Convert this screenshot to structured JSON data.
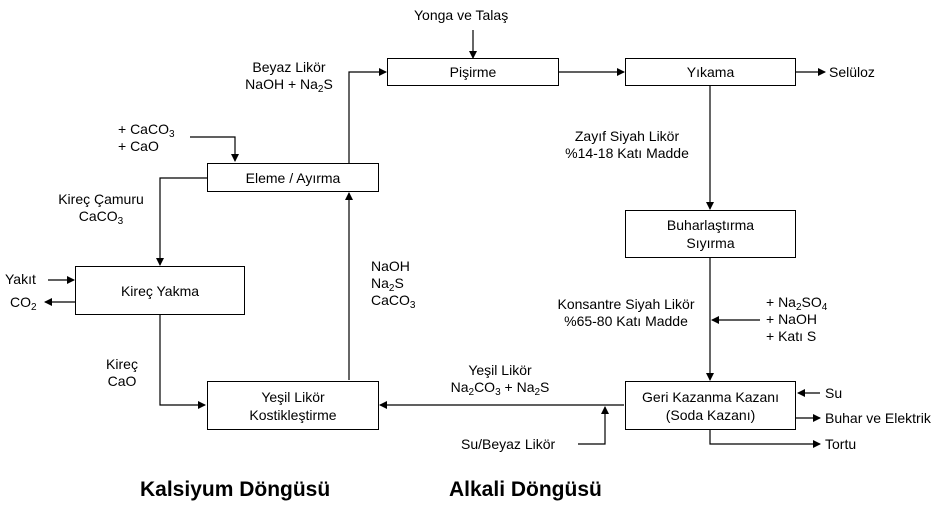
{
  "boxes": {
    "pisirme": "Pişirme",
    "yikama": "Yıkama",
    "eleme": "Eleme / Ayırma",
    "buhar_1": "Buharlaştırma",
    "buhar_2": "Sıyırma",
    "kirec_yakma": "Kireç Yakma",
    "yesil_1": "Yeşil Likör",
    "yesil_2": "Kostikleştirme",
    "geri_1": "Geri Kazanma Kazanı",
    "geri_2": "(Soda Kazanı)"
  },
  "labels": {
    "yonga": "Yonga ve Talaş",
    "beyaz_likor": "Beyaz Likör",
    "beyaz_naoh": "NaOH + Na",
    "beyaz_s_sub": "2",
    "beyaz_s": "S",
    "selluloz": "Selüloz",
    "caco3_plus": "+ CaCO",
    "caco3_sub": "3",
    "cao_plus": "+ CaO",
    "zayif_1": "Zayıf Siyah Likör",
    "zayif_2": "%14-18 Katı Madde",
    "kirec_camuru": "Kireç Çamuru",
    "kirec_camuru_caco": "CaCO",
    "kirec_camuru_sub": "3",
    "yakit": "Yakıt",
    "co2": "CO",
    "co2_sub": "2",
    "naoh_1": "NaOH",
    "na2s_na": "Na",
    "na2s_sub": "2",
    "na2s_s": "S",
    "caco3_r": "CaCO",
    "caco3_r_sub": "3",
    "kons_1": "Konsantre Siyah Likör",
    "kons_2": "%65-80 Katı Madde",
    "na2so4": "+ Na",
    "na2so4_sub": "2",
    "na2so4_end": "SO",
    "na2so4_sub2": "4",
    "plus_naoh": "+ NaOH",
    "plus_kati": "+ Katı S",
    "kirec": "Kireç",
    "cao": "CaO",
    "yesil_likor": "Yeşil Likör",
    "yesil_na2co3": "Na",
    "yesil_na2co3_sub": "2",
    "yesil_co3": "CO",
    "yesil_co3_sub": "3",
    "yesil_plus": " + Na",
    "yesil_na2s_sub": "2",
    "yesil_s": "S",
    "su": "Su",
    "buhar_elektrik": "Buhar ve Elektrik",
    "tortu": "Tortu",
    "su_beyaz": "Su/Beyaz Likör"
  },
  "titles": {
    "kalsiyum": "Kalsiyum Döngüsü",
    "alkali": "Alkali Döngüsü"
  }
}
